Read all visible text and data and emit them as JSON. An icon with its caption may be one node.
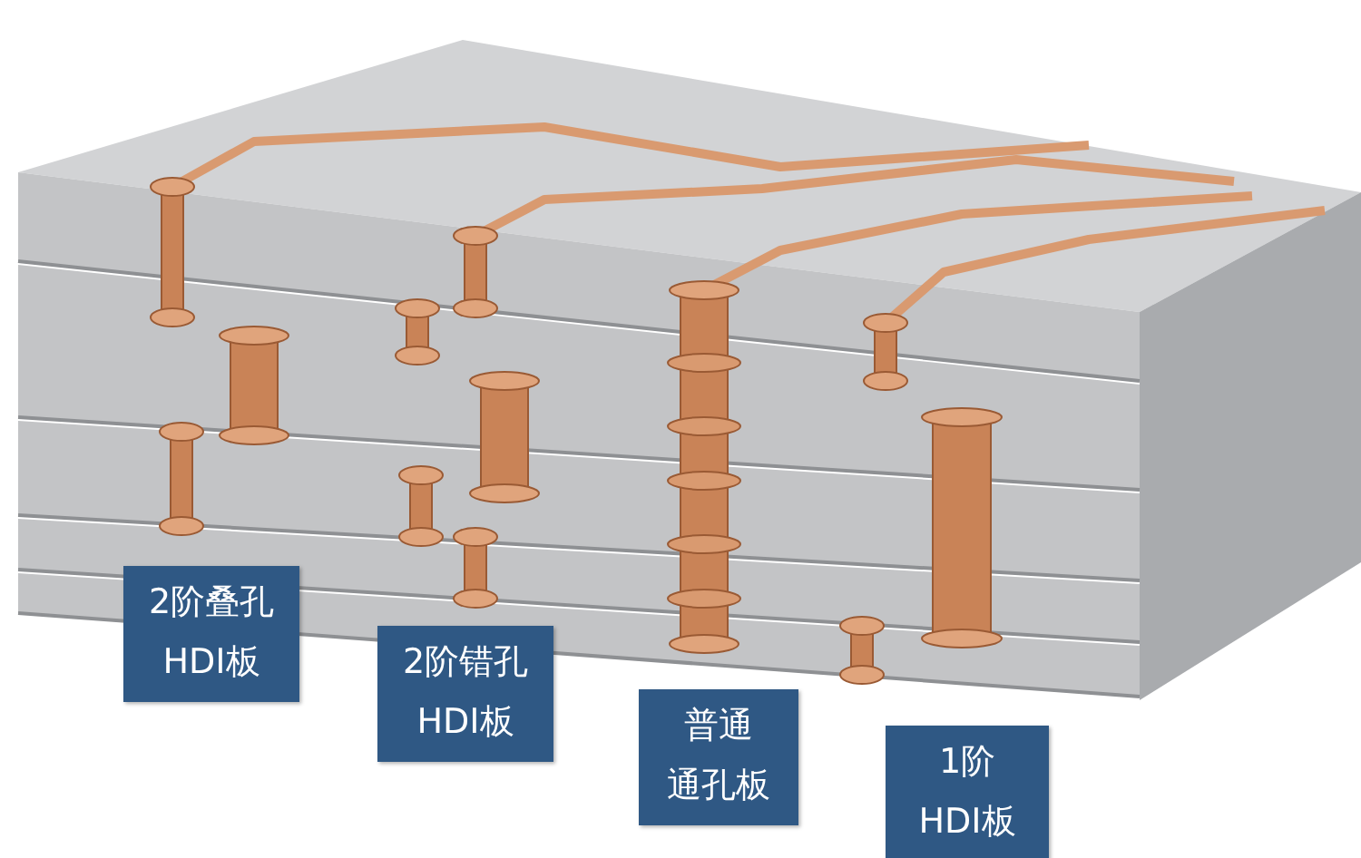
{
  "diagram": {
    "labels": [
      "2阶叠孔HDI板",
      "2阶错孔HDI板",
      "普通通孔板",
      "1阶HDI板"
    ]
  }
}
